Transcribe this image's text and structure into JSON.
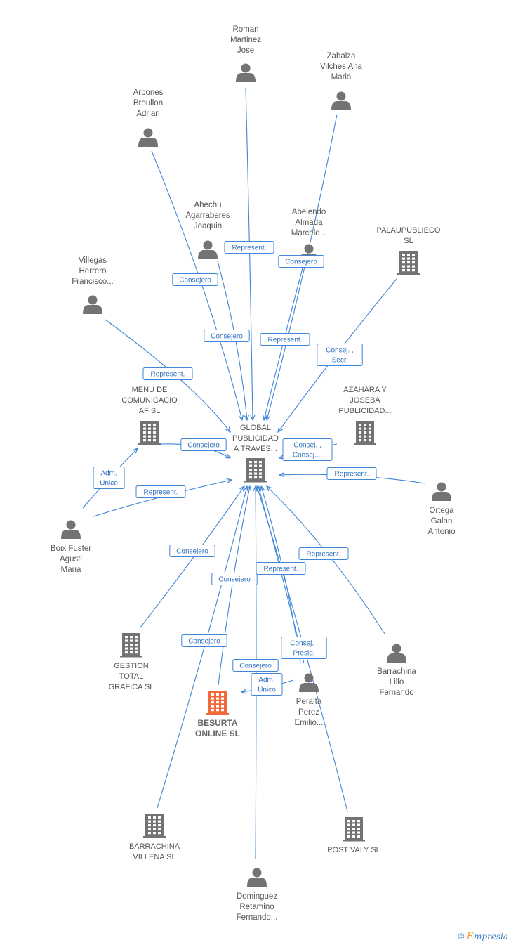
{
  "nodes": [
    {
      "id": "roman",
      "kind": "person",
      "lines": [
        "Roman",
        "Martinez",
        "Jose"
      ]
    },
    {
      "id": "zabalza",
      "kind": "person",
      "lines": [
        "Zabalza",
        "Vilches Ana",
        "Maria"
      ]
    },
    {
      "id": "arbones",
      "kind": "person",
      "lines": [
        "Arbones",
        "Broullon",
        "Adrian"
      ]
    },
    {
      "id": "ahechu",
      "kind": "person",
      "lines": [
        "Ahechu",
        "Agarraberes",
        "Joaquin"
      ]
    },
    {
      "id": "abelendo",
      "kind": "person",
      "lines": [
        "Abelendo",
        "Almada",
        "Marcelo..."
      ]
    },
    {
      "id": "palau",
      "kind": "company",
      "lines": [
        "PALAUPUBLIECO",
        "SL"
      ]
    },
    {
      "id": "villegas",
      "kind": "person",
      "lines": [
        "Villegas",
        "Herrero",
        "Francisco..."
      ]
    },
    {
      "id": "menu",
      "kind": "company",
      "lines": [
        "MENU DE",
        "COMUNICACIO",
        "AF  SL"
      ]
    },
    {
      "id": "azahara",
      "kind": "company",
      "lines": [
        "AZAHARA Y",
        "JOSEBA",
        "PUBLICIDAD..."
      ]
    },
    {
      "id": "global",
      "kind": "company",
      "lines": [
        "GLOBAL",
        "PUBLICIDAD",
        "A TRAVES..."
      ]
    },
    {
      "id": "ortega",
      "kind": "person",
      "lines": [
        "Ortega",
        "Galan",
        "Antonio"
      ]
    },
    {
      "id": "boix",
      "kind": "person",
      "lines": [
        "Boix Fuster",
        "Agusti",
        "Maria"
      ]
    },
    {
      "id": "gestion",
      "kind": "company",
      "lines": [
        "GESTION",
        "TOTAL",
        "GRAFICA  SL"
      ]
    },
    {
      "id": "barrachina_lillo",
      "kind": "person",
      "lines": [
        "Barrachina",
        "Lillo",
        "Fernando"
      ]
    },
    {
      "id": "besurta",
      "kind": "focus",
      "lines": [
        "BESURTA",
        "ONLINE  SL"
      ]
    },
    {
      "id": "peralta",
      "kind": "person",
      "lines": [
        "Peralta",
        "Perez",
        "Emilio..."
      ]
    },
    {
      "id": "barrachina_villena",
      "kind": "company",
      "lines": [
        "BARRACHINA",
        "VILLENA  SL"
      ]
    },
    {
      "id": "postvaly",
      "kind": "company",
      "lines": [
        "POST VALY SL"
      ]
    },
    {
      "id": "dominguez",
      "kind": "person",
      "lines": [
        "Dominguez",
        "Retamino",
        "Fernando..."
      ]
    }
  ],
  "edges": [
    {
      "id": "roman-global",
      "from": "roman",
      "to": "global",
      "lines": [
        "Represent."
      ]
    },
    {
      "id": "zabalza-global",
      "from": "zabalza",
      "to": "global",
      "lines": [
        "Consejero"
      ]
    },
    {
      "id": "arbones-global",
      "from": "arbones",
      "to": "global",
      "lines": [
        "Consejero"
      ]
    },
    {
      "id": "ahechu-global",
      "from": "ahechu",
      "to": "global",
      "lines": [
        "Consejero"
      ]
    },
    {
      "id": "abelendo-global",
      "from": "abelendo",
      "to": "global",
      "lines": [
        "Represent."
      ]
    },
    {
      "id": "palau-global",
      "from": "palau",
      "to": "global",
      "lines": [
        "Consej. ,",
        "Secr."
      ]
    },
    {
      "id": "villegas-global",
      "from": "villegas",
      "to": "global",
      "lines": [
        "Represent."
      ]
    },
    {
      "id": "menu-global",
      "from": "menu",
      "to": "global",
      "lines": [
        "Consejero"
      ]
    },
    {
      "id": "azahara-global",
      "from": "azahara",
      "to": "global",
      "lines": [
        "Consej. ,",
        "Consej...."
      ]
    },
    {
      "id": "ortega-global",
      "from": "ortega",
      "to": "global",
      "lines": [
        "Represent."
      ]
    },
    {
      "id": "boix-menu",
      "from": "boix",
      "to": "menu",
      "lines": [
        "Adm.",
        "Unico"
      ]
    },
    {
      "id": "boix-global",
      "from": "boix",
      "to": "global",
      "lines": [
        "Represent."
      ]
    },
    {
      "id": "gestion-global",
      "from": "gestion",
      "to": "global",
      "lines": [
        "Consejero"
      ]
    },
    {
      "id": "besurta-global",
      "from": "besurta",
      "to": "global",
      "lines": [
        "Consejero"
      ]
    },
    {
      "id": "barrachina-lillo-global",
      "from": "barrachina_lillo",
      "to": "global",
      "lines": [
        "Represent."
      ]
    },
    {
      "id": "peralta-global-a",
      "from": "peralta",
      "to": "global",
      "lines": [
        "Represent."
      ]
    },
    {
      "id": "peralta-global-b",
      "from": "peralta",
      "to": "global",
      "lines": [
        "Consej. ,",
        "Presid."
      ]
    },
    {
      "id": "barrachina-villena-global",
      "from": "barrachina_villena",
      "to": "global",
      "lines": [
        "Consejero"
      ]
    },
    {
      "id": "dominguez-global",
      "from": "dominguez",
      "to": "global",
      "lines": [
        "Consejero"
      ]
    },
    {
      "id": "peralta-besurta",
      "from": "peralta",
      "to": "besurta",
      "lines": [
        "Adm.",
        "Unico"
      ]
    },
    {
      "id": "postvaly-global",
      "from": "postvaly",
      "to": "global",
      "lines": []
    }
  ],
  "colors": {
    "edge": "#3f86d6",
    "person_icon": "#737373",
    "company_icon": "#737373",
    "focus_icon": "#f26a3a",
    "label": "#555555"
  },
  "footer": {
    "copyright": "©",
    "brand_initial": "E",
    "brand_rest": "mpresia"
  }
}
